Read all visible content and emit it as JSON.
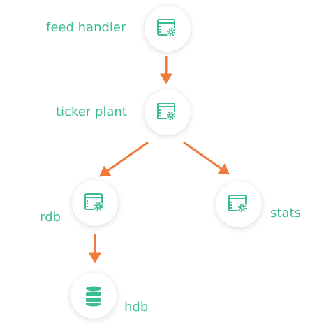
{
  "nodes": [
    {
      "id": "feed_handler",
      "label": "feed handler",
      "icon": "app-gear-icon"
    },
    {
      "id": "ticker_plant",
      "label": "ticker plant",
      "icon": "app-gear-icon"
    },
    {
      "id": "rdb",
      "label": "rdb",
      "icon": "app-gear-icon"
    },
    {
      "id": "stats",
      "label": "stats",
      "icon": "app-gear-icon"
    },
    {
      "id": "hdb",
      "label": "hdb",
      "icon": "database-icon"
    }
  ],
  "edges": [
    {
      "from": "feed_handler",
      "to": "ticker_plant"
    },
    {
      "from": "ticker_plant",
      "to": "rdb"
    },
    {
      "from": "ticker_plant",
      "to": "stats"
    },
    {
      "from": "rdb",
      "to": "hdb"
    }
  ],
  "colors": {
    "label": "#3dbd8e",
    "icon": "#3dbd8e",
    "arrow": "#f07a3a"
  }
}
